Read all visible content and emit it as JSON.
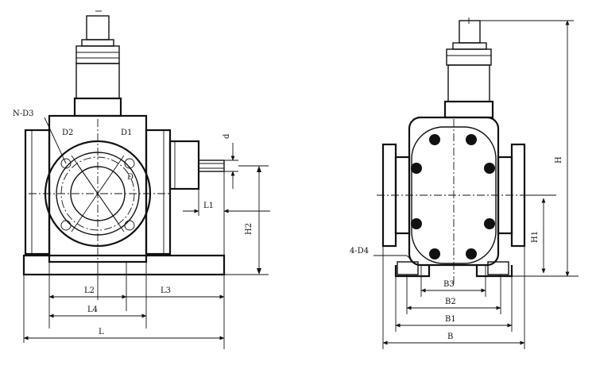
{
  "front_view": {
    "labels": {
      "n_d3": "N-D3",
      "d2": "D2",
      "d1": "D1",
      "d_inner": "D",
      "d_small": "d",
      "l1": "L1",
      "h2": "H2",
      "l2": "L2",
      "l3": "L3",
      "l4": "L4",
      "l": "L"
    }
  },
  "side_view": {
    "labels": {
      "h": "H",
      "h1": "H1",
      "four_d4": "4-D4",
      "b3": "B3",
      "b2": "B2",
      "b1": "B1",
      "b": "B"
    }
  }
}
